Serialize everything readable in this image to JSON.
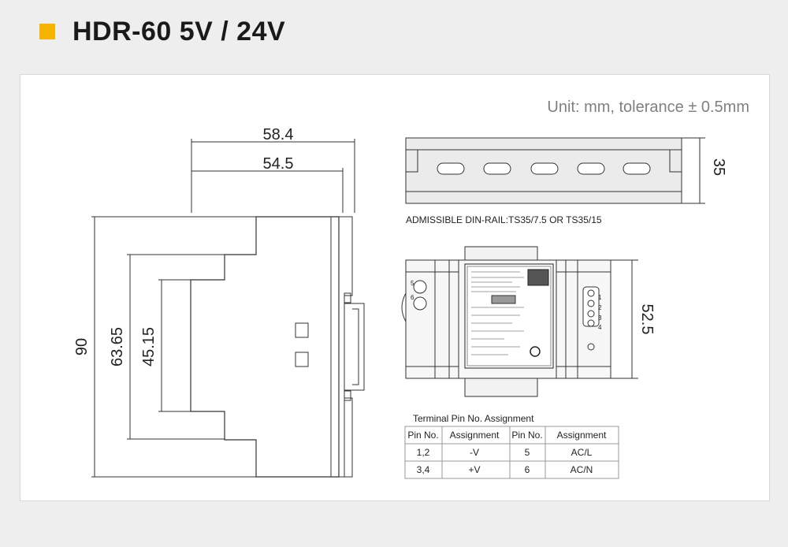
{
  "title": "HDR-60 5V / 24V",
  "accent_color": "#f5b400",
  "unit_note": "Unit: mm, tolerance ± 0.5mm",
  "side_view": {
    "dim_width_total": "58.4",
    "dim_width_inner": "54.5",
    "dim_height_total": "90",
    "dim_height_mid": "63.65",
    "dim_height_inner": "45.15"
  },
  "din_rail": {
    "height_dim": "35",
    "caption": "ADMISSIBLE DIN-RAIL:TS35/7.5 OR TS35/15"
  },
  "top_view": {
    "height_dim": "52.5",
    "left_terminals": [
      "5",
      "6"
    ],
    "right_terminals": [
      "1",
      "2",
      "3",
      "4"
    ]
  },
  "pin_table": {
    "caption": "Terminal Pin No.  Assignment",
    "headers": [
      "Pin No.",
      "Assignment",
      "Pin No.",
      "Assignment"
    ],
    "rows": [
      [
        "1,2",
        "-V",
        "5",
        "AC/L"
      ],
      [
        "3,4",
        "+V",
        "6",
        "AC/N"
      ]
    ]
  }
}
